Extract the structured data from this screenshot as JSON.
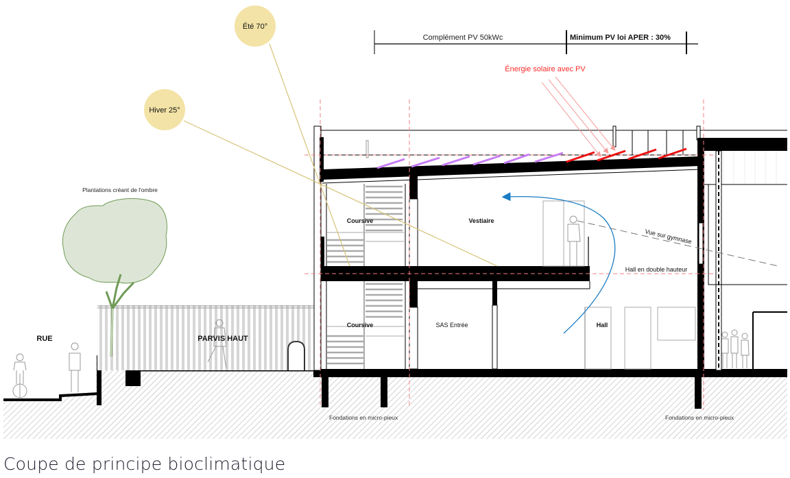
{
  "caption": "Coupe de principe bioclimatique",
  "sun": {
    "summer_label": "Été 70°",
    "winter_label": "Hiver 25°",
    "circle_color": "#f3e3a6",
    "ray_color": "#d6c377"
  },
  "pv": {
    "complement_label": "Complément PV 50kWc",
    "minimum_label": "Minimum PV loi APER : 30%",
    "solar_energy_label": "Énergie solaire avec PV",
    "solar_energy_color": "#ff2a2a",
    "complement_panel_color": "#c77cf5",
    "minimum_panel_color": "#ee1111"
  },
  "labels": {
    "plantations": "Plantations créant de l'ombre",
    "rue": "RUE",
    "parvis": "PARVIS HAUT",
    "coursive_upper": "Coursive",
    "coursive_lower": "Coursive",
    "vestiaire": "Vestiaire",
    "sas": "SAS Entrée",
    "hall": "Hall",
    "hall_double": "Hall en double hauteur",
    "vue": "Vue sur gymnase",
    "fondations_left": "Fondations en micro-pieux",
    "fondations_right": "Fondations en micro-pieux"
  },
  "colors": {
    "air_flow": "#1a7cc4",
    "axis_line": "#f08080",
    "tree_fill": "#dde6d6",
    "tree_stroke": "#6f9a55"
  }
}
